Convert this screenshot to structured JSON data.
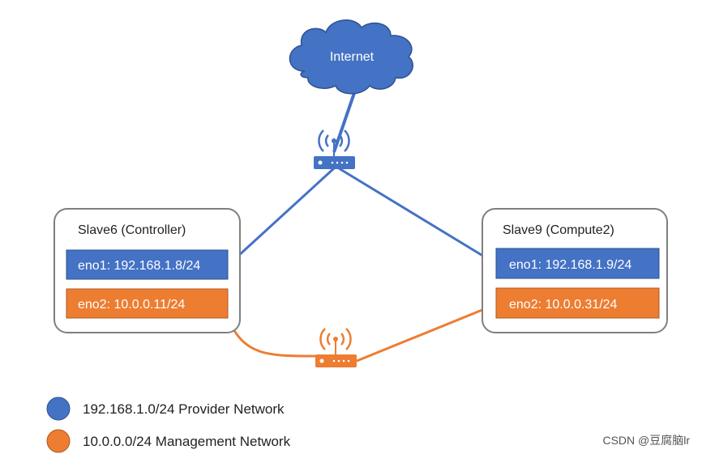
{
  "colors": {
    "provider": "#4472c4",
    "management": "#ed7d31",
    "box_border": "#7f7f7f",
    "text": "#222222"
  },
  "cloud": {
    "label": "Internet"
  },
  "nodes": {
    "controller": {
      "title": "Slave6 (Controller)",
      "eno1": "eno1: 192.168.1.8/24",
      "eno2": "eno2: 10.0.0.11/24"
    },
    "compute": {
      "title": "Slave9 (Compute2)",
      "eno1": "eno1: 192.168.1.9/24",
      "eno2": "eno2: 10.0.0.31/24"
    }
  },
  "routers": {
    "provider": {
      "icon": "wireless-router-icon",
      "color": "#4472c4"
    },
    "management": {
      "icon": "wireless-router-icon",
      "color": "#ed7d31"
    }
  },
  "legend": {
    "provider": "192.168.1.0/24 Provider Network",
    "management": "10.0.0.0/24 Management Network"
  },
  "watermark": "CSDN @豆腐脑lr"
}
